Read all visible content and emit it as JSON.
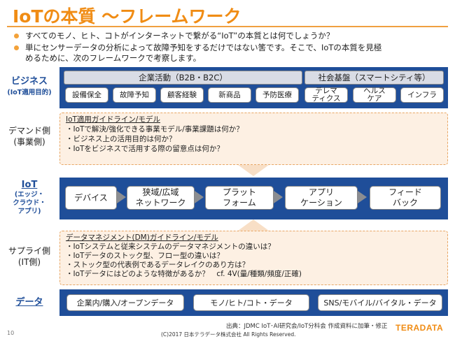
{
  "header": {
    "title": "IoTの本質 ～フレームワーク",
    "bullets": [
      "すべてのモノ、ヒト、コトがインターネットで繋がる“IoT”の本質とは何でしょうか？",
      "単にセンサーデータの分析によって故障予知をするだけではない筈です。そこで、IoTの本質を見極",
      "めるために、次のフレームワークで考察します。"
    ]
  },
  "labels": {
    "business": "ビジネス",
    "business_sub": "(IoT適用目的)",
    "demand": "デマンド側",
    "demand_sub": "(事業側)",
    "iot": "IoT",
    "iot_sub1": "(エッジ・",
    "iot_sub2": "クラウド・",
    "iot_sub3": "アプリ)",
    "supply": "サプライ側",
    "supply_sub": "(IT側)",
    "data": "データ"
  },
  "business": {
    "corp_header": "企業活動（B2B・B2C）",
    "social_header": "社会基盤（スマートシティ等）",
    "items": [
      "設備保全",
      "故障予知",
      "顧客経験",
      "新商品",
      "予防医療",
      "テレマ",
      "ティクス",
      "ヘルス",
      "ケア",
      "インフラ"
    ]
  },
  "demand": {
    "heading": "IoT適用ガイドライン/モデル",
    "lines": [
      "・IoTで解決/強化できる事業モデル/事業課題は何か？",
      "・ビジネス上の活用目的は何か？",
      "・IoTをビジネスで活用する際の留意点は何か？"
    ]
  },
  "iot": {
    "steps": [
      {
        "l1": "デバイス",
        "l2": ""
      },
      {
        "l1": "狭域/広域",
        "l2": "ネットワーク"
      },
      {
        "l1": "プラット",
        "l2": "フォーム"
      },
      {
        "l1": "アプリ",
        "l2": "ケーション"
      },
      {
        "l1": "フィード",
        "l2": "バック"
      }
    ]
  },
  "supply": {
    "heading": "データマネジメント(DM)ガイドライン/モデル",
    "lines": [
      "・IoTシステムと従来システムのデータマネジメントの違いは？",
      "・IoTデータのストック型、フロー型の違いは？",
      "・ストック型の代表例であるデータレイクのあり方は？",
      "・IoTデータにはどのような特徴があるか？　cf. 4V(量/種類/頻度/正確)"
    ]
  },
  "data": {
    "items": [
      "企業内/購入/オープンデータ",
      "モノ/ヒト/コト・データ",
      "SNS/モバイル/バイタル・データ"
    ]
  },
  "footer": {
    "source": "出典：JDMC IoT･AI研究会/IoT分科会 作成資料に加筆・修正",
    "page": "10",
    "copyright": "(C)2017 日本テラデータ株式会社 All Rights Reserved.",
    "logo": "TERADATA"
  },
  "colors": {
    "accent": "#f08c14",
    "blue": "#1f4e99",
    "band": "#1f4e99",
    "dash_border": "#e8a664",
    "dash_fill": "#fdf0e3"
  }
}
